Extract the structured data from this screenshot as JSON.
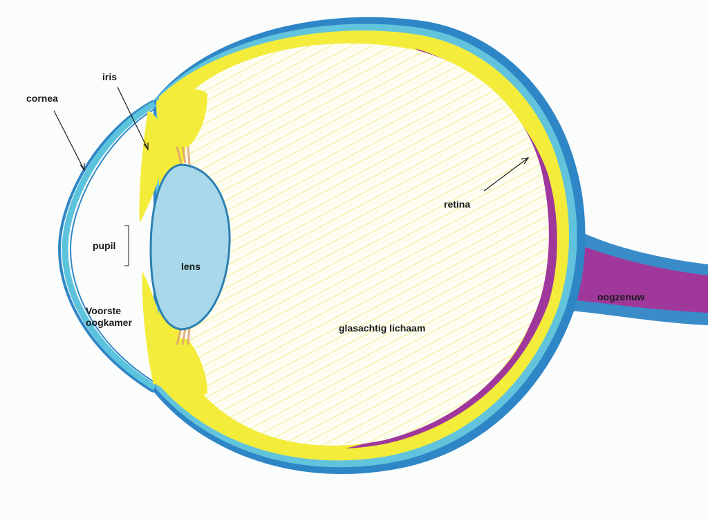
{
  "labels": {
    "cornea": "cornea",
    "iris": "iris",
    "pupil": "pupil",
    "lens": "lens",
    "voorste_line1": "Voorste",
    "voorste_line2": "oogkamer",
    "retina": "retina",
    "glasachtig": "glasachtig lichaam",
    "oogzenuw": "oogzenuw"
  },
  "colors": {
    "background": "#fbfcfc",
    "sclera_outer": "#2f86c6",
    "cornea_blue": "#5cc3dc",
    "choroid_yellow": "#f3ec3a",
    "retina_purple": "#a0389c",
    "lens_fill": "#a8d8ea",
    "lens_outline": "#2c7fb2",
    "vitreous_hatch": "#ecec8a",
    "ciliary_orange": "#e0a070",
    "annotation": "#1a1a1a"
  }
}
